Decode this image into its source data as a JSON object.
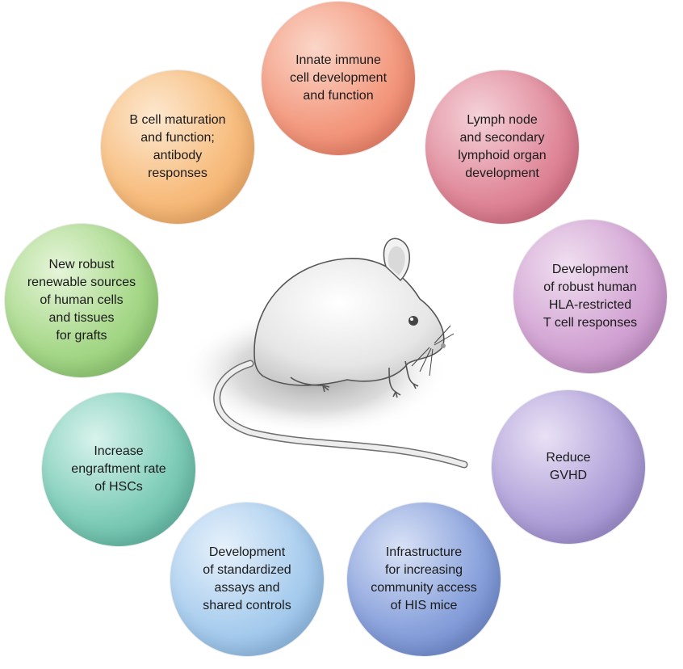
{
  "bubbles": {
    "innate": "Innate immune\ncell development\nand function",
    "lymph": "Lymph node\nand secondary\nlymphoid organ\ndevelopment",
    "hla": "Development\nof robust human\nHLA-restricted\nT cell responses",
    "gvhd": "Reduce\nGVHD",
    "infra": "Infrastructure\nfor increasing\ncommunity access\nof HIS mice",
    "standard": "Development\nof standardized\nassays and\nshared controls",
    "hsc": "Increase\nengraftment rate\nof HSCs",
    "sources": "New robust\nrenewable sources\nof human cells\nand tissues\nfor grafts",
    "bcell": "B cell maturation\nand function;\nantibody\nresponses"
  },
  "colors": {
    "innate": "#ea7158",
    "lymph": "#cf5d76",
    "hla": "#b67fba",
    "gvhd": "#8f7cc6",
    "infra": "#5f7cc7",
    "standard": "#7fb1e0",
    "hsc": "#4fae98",
    "sources": "#80c363",
    "bcell": "#f1a257"
  },
  "center_image": "mouse-illustration"
}
